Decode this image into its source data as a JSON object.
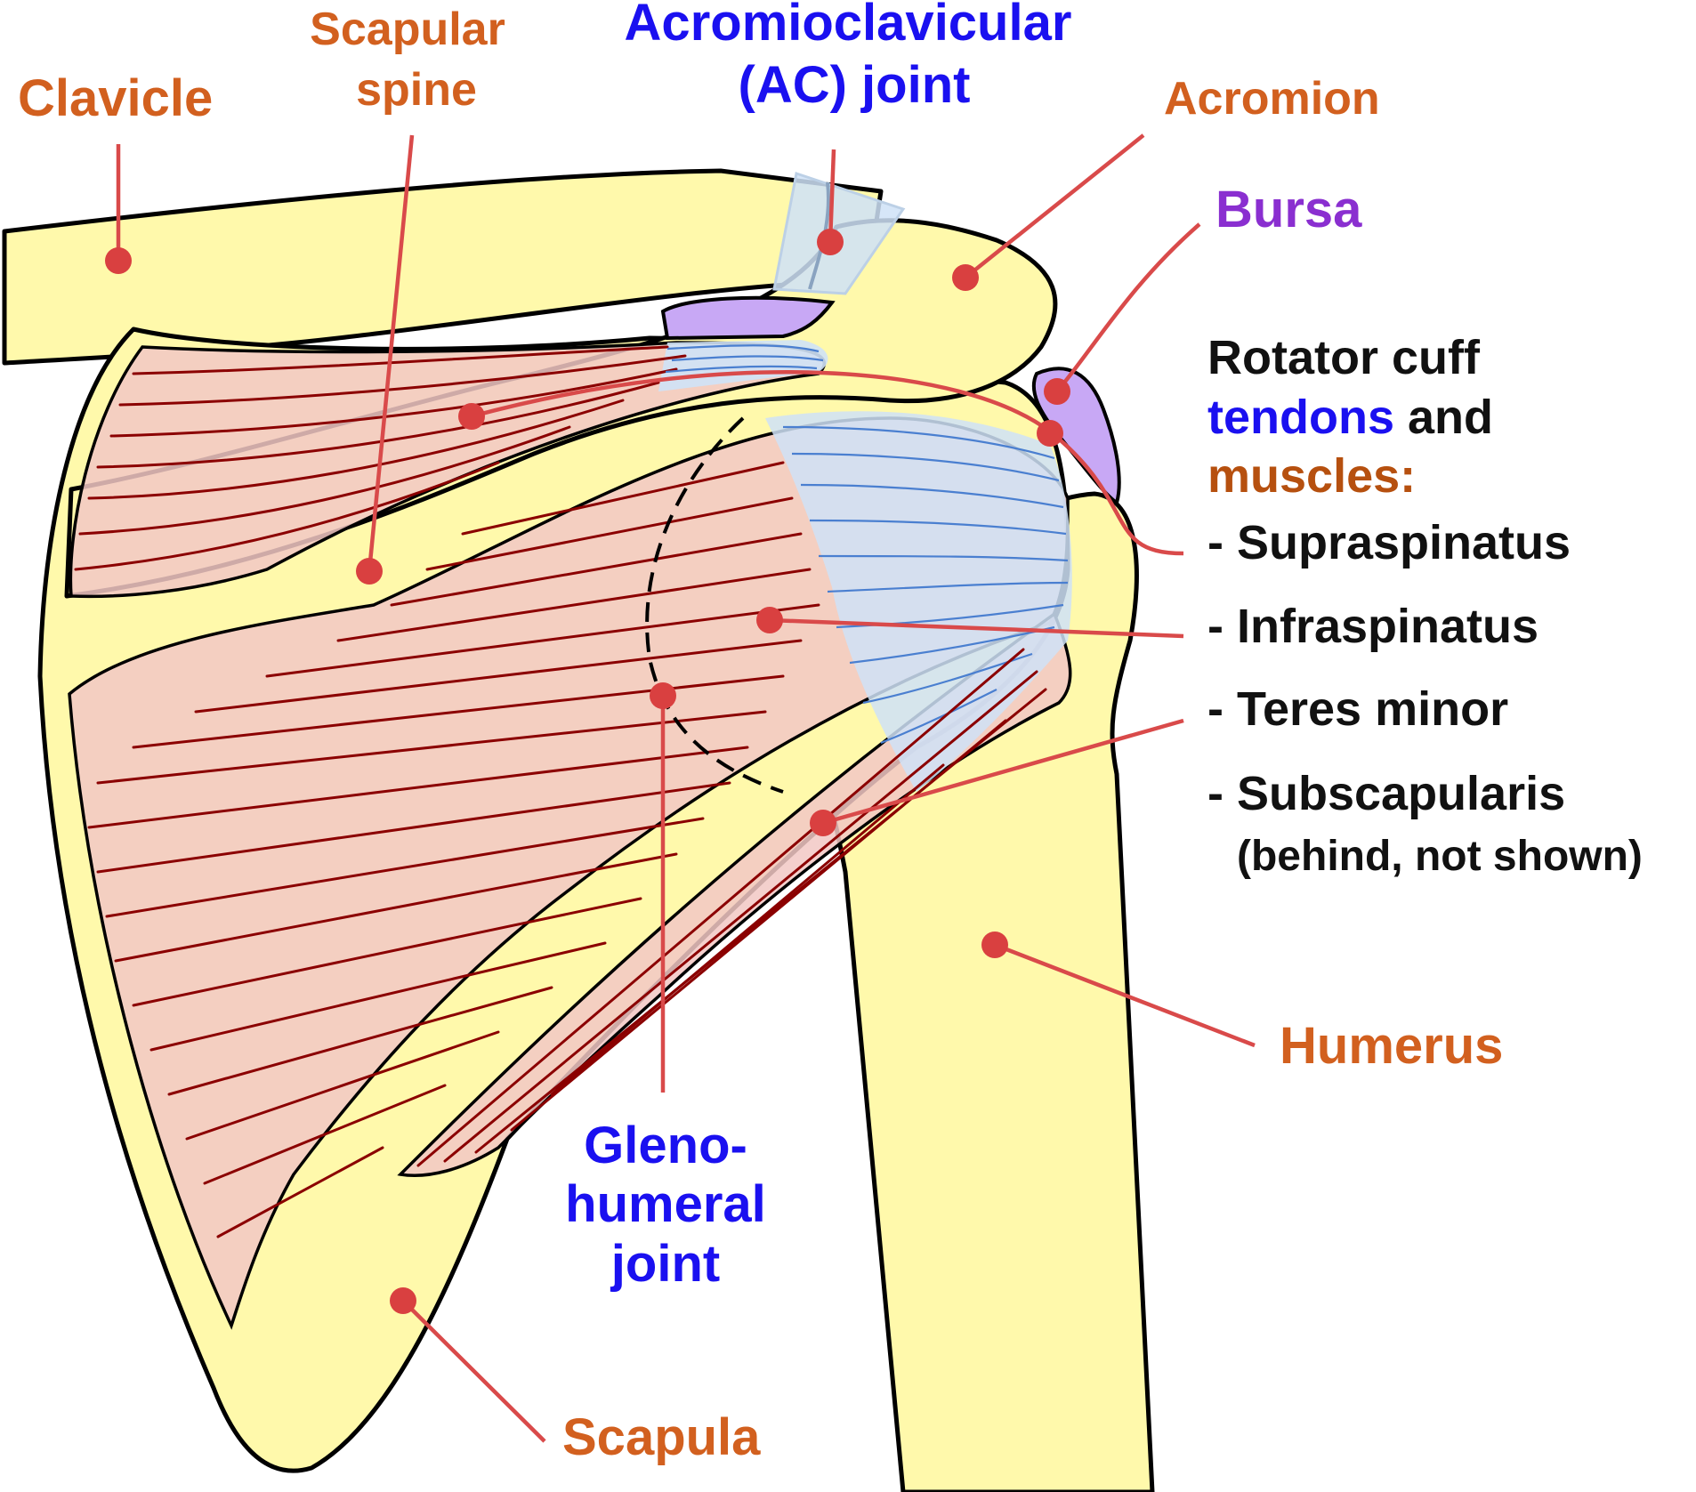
{
  "labels": {
    "clavicle": "Clavicle",
    "scapular_spine_line1": "Scapular",
    "scapular_spine_line2": "spine",
    "ac_joint_line1": "Acromioclavicular",
    "ac_joint_line2": "(AC) joint",
    "acromion": "Acromion",
    "bursa": "Bursa",
    "humerus": "Humerus",
    "scapula": "Scapula",
    "glenohumeral_line1": "Gleno-",
    "glenohumeral_line2": "humeral",
    "glenohumeral_line3": "joint"
  },
  "rotator_cuff": {
    "heading_line1": "Rotator cuff",
    "heading_tendons": "tendons",
    "heading_and": " and",
    "heading_muscles": "muscles:",
    "items": [
      "- Supraspinatus",
      "- Infraspinatus",
      "- Teres minor",
      "- Subscapularis"
    ],
    "note": "(behind, not shown)"
  },
  "colors": {
    "bone": "#fff9ab",
    "muscle": "#f2c8c4",
    "fiber": "#8b0000",
    "tendon": "#cfe2f7",
    "bursa": "#c8a8f5",
    "leader": "#d94a4a",
    "label_bone": "#d2601f",
    "label_joint": "#1a10f0",
    "label_bursa": "#8a2fd0"
  }
}
